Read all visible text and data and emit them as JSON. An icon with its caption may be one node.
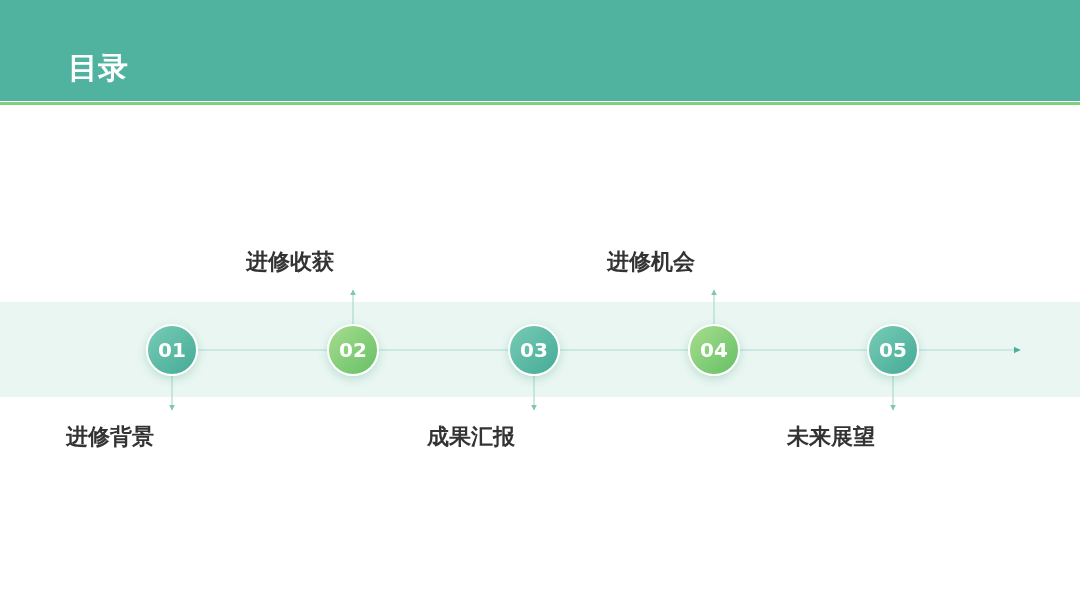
{
  "diagram": {
    "title": "目录",
    "nodes": [
      {
        "text": [
          "01"
        ],
        "beside": [
          "进修背景"
        ]
      },
      {
        "text": [
          "02"
        ],
        "beside": [
          "进修收获"
        ]
      },
      {
        "text": [
          "03"
        ],
        "beside": [
          "成果汇报"
        ]
      },
      {
        "text": [
          "04"
        ],
        "beside": [
          "进修机会"
        ]
      },
      {
        "text": [
          "05"
        ],
        "beside": [
          "未来展望"
        ]
      }
    ],
    "edges": [
      {
        "from": 0,
        "to": 1,
        "arrow": "none"
      },
      {
        "from": 1,
        "to": 2,
        "arrow": "none"
      },
      {
        "from": 2,
        "to": 3,
        "arrow": "none"
      },
      {
        "from": 3,
        "to": 4,
        "arrow": "none"
      },
      {
        "from": 4,
        "to": null,
        "arrow": "to"
      },
      {
        "from": 0,
        "to": null,
        "arrow": "to"
      },
      {
        "from": 1,
        "to": null,
        "arrow": "to"
      },
      {
        "from": 2,
        "to": null,
        "arrow": "to"
      },
      {
        "from": 3,
        "to": null,
        "arrow": "to"
      },
      {
        "from": 4,
        "to": null,
        "arrow": "to"
      }
    ]
  }
}
